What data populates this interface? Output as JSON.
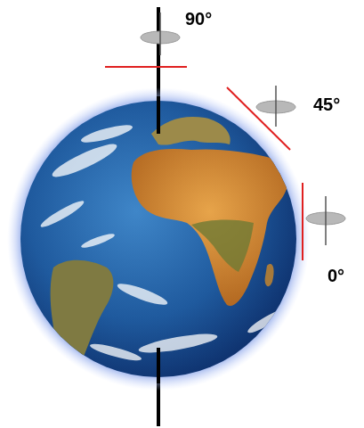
{
  "diagram": {
    "labels": [
      "90°",
      "45°",
      "0°"
    ]
  }
}
